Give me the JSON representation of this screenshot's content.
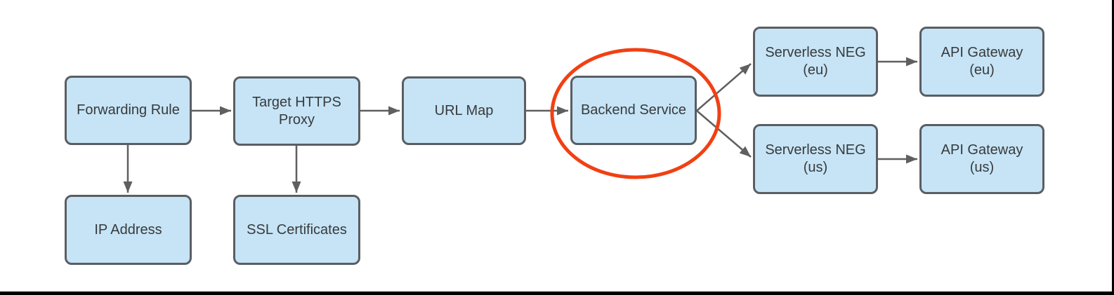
{
  "diagram": {
    "type": "flowchart",
    "nodes": {
      "forwarding_rule": {
        "label": "Forwarding Rule"
      },
      "target_https_proxy": {
        "label": "Target HTTPS\nProxy"
      },
      "url_map": {
        "label": "URL Map"
      },
      "backend_service": {
        "label": "Backend Service"
      },
      "serverless_neg_eu": {
        "label": "Serverless NEG\n(eu)"
      },
      "api_gateway_eu": {
        "label": "API Gateway\n(eu)"
      },
      "serverless_neg_us": {
        "label": "Serverless NEG\n(us)"
      },
      "api_gateway_us": {
        "label": "API Gateway\n(us)"
      },
      "ip_address": {
        "label": "IP Address"
      },
      "ssl_certificates": {
        "label": "SSL Certificates"
      }
    },
    "edges": [
      {
        "from": "forwarding_rule",
        "to": "target_https_proxy"
      },
      {
        "from": "target_https_proxy",
        "to": "url_map"
      },
      {
        "from": "url_map",
        "to": "backend_service"
      },
      {
        "from": "backend_service",
        "to": "serverless_neg_eu"
      },
      {
        "from": "backend_service",
        "to": "serverless_neg_us"
      },
      {
        "from": "serverless_neg_eu",
        "to": "api_gateway_eu"
      },
      {
        "from": "serverless_neg_us",
        "to": "api_gateway_us"
      },
      {
        "from": "forwarding_rule",
        "to": "ip_address"
      },
      {
        "from": "target_https_proxy",
        "to": "ssl_certificates"
      }
    ],
    "annotations": {
      "highlight_ellipse": {
        "around": "backend_service",
        "color": "#f14013"
      }
    },
    "colors": {
      "node_fill": "#c6e4f6",
      "node_border": "#5a5e62",
      "node_text": "#383a3c",
      "arrow": "#5f5f5f",
      "highlight": "#f14013",
      "page_edge": "#000000",
      "background": "#ffffff"
    }
  }
}
